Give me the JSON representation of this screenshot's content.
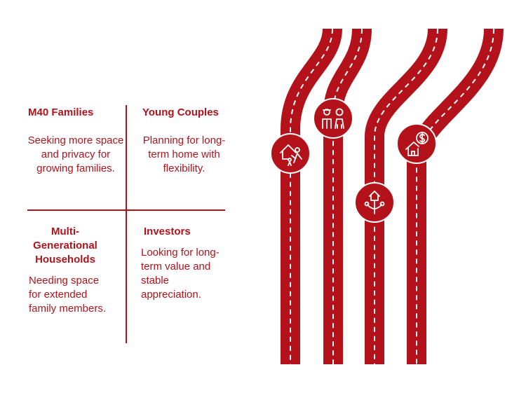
{
  "colors": {
    "accent": "#b3121b",
    "background": "#ffffff"
  },
  "quadrants": [
    {
      "title": "M40 Families",
      "description": "Seeking more space and privacy for growing families."
    },
    {
      "title": "Young Couples",
      "description": "Planning for long-term home with flexibility."
    },
    {
      "title": "Multi-Generational Households",
      "description": "Needing space for extended family members."
    },
    {
      "title": "Investors",
      "description": "Looking for long-term value and stable appreciation."
    }
  ],
  "icons": [
    "house-family-icon",
    "couple-icon",
    "growth-house-icon",
    "house-dollar-icon"
  ]
}
